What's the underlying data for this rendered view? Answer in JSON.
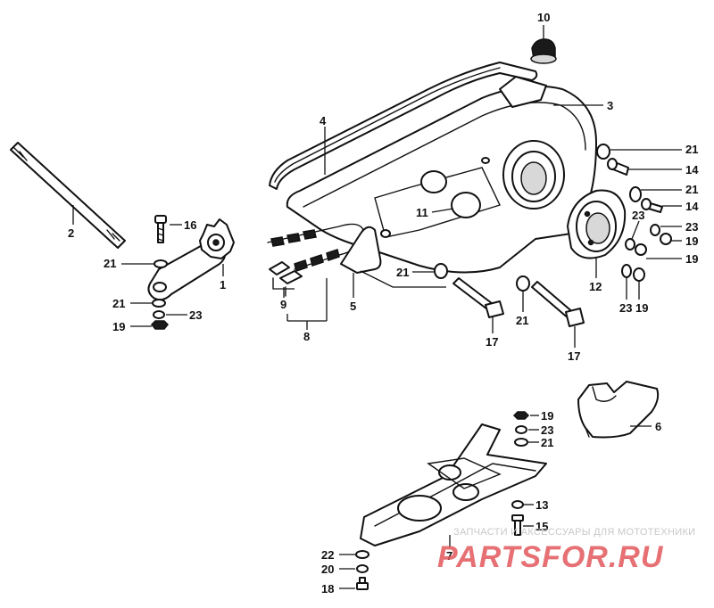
{
  "diagram": {
    "callouts": [
      {
        "id": "10",
        "text": "10"
      },
      {
        "id": "3",
        "text": "3"
      },
      {
        "id": "4",
        "text": "4"
      },
      {
        "id": "21a",
        "text": "21"
      },
      {
        "id": "14a",
        "text": "14"
      },
      {
        "id": "21b",
        "text": "21"
      },
      {
        "id": "14b",
        "text": "14"
      },
      {
        "id": "23a",
        "text": "23"
      },
      {
        "id": "23b",
        "text": "23"
      },
      {
        "id": "19a",
        "text": "19"
      },
      {
        "id": "19b",
        "text": "19"
      },
      {
        "id": "11",
        "text": "11"
      },
      {
        "id": "12",
        "text": "12"
      },
      {
        "id": "23c",
        "text": "23"
      },
      {
        "id": "19c",
        "text": "19"
      },
      {
        "id": "21c",
        "text": "21"
      },
      {
        "id": "21d",
        "text": "21"
      },
      {
        "id": "17a",
        "text": "17"
      },
      {
        "id": "17b",
        "text": "17"
      },
      {
        "id": "5",
        "text": "5"
      },
      {
        "id": "9",
        "text": "9"
      },
      {
        "id": "8",
        "text": "8"
      },
      {
        "id": "2",
        "text": "2"
      },
      {
        "id": "16",
        "text": "16"
      },
      {
        "id": "21e",
        "text": "21"
      },
      {
        "id": "1",
        "text": "1"
      },
      {
        "id": "21f",
        "text": "21"
      },
      {
        "id": "23d",
        "text": "23"
      },
      {
        "id": "19d",
        "text": "19"
      },
      {
        "id": "6",
        "text": "6"
      },
      {
        "id": "19e",
        "text": "19"
      },
      {
        "id": "23e",
        "text": "23"
      },
      {
        "id": "21g",
        "text": "21"
      },
      {
        "id": "13",
        "text": "13"
      },
      {
        "id": "15",
        "text": "15"
      },
      {
        "id": "7",
        "text": "7"
      },
      {
        "id": "22",
        "text": "22"
      },
      {
        "id": "20",
        "text": "20"
      },
      {
        "id": "18",
        "text": "18"
      }
    ]
  },
  "watermark": {
    "tagline": "ЗАПЧАСТИ И АКСЕССУАРЫ ДЛЯ МОТОТЕХНИКИ",
    "logo": "PARTSFOR.RU",
    "color": "#e2585c"
  }
}
